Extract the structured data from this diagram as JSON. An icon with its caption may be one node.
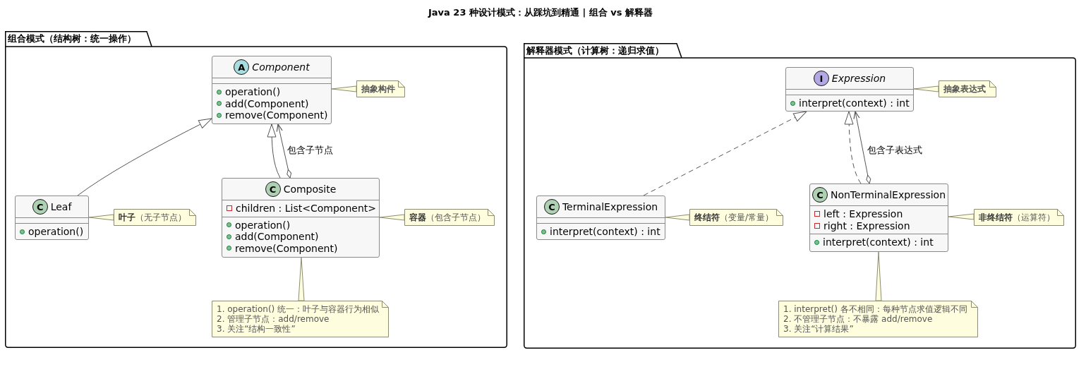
{
  "diagram": {
    "title": "Java 23 种设计模式：从踩坑到精通 | 组合 vs 解释器",
    "nodes": [
      {
        "text": [
          "组合模式（结构树：统一操作）"
        ]
      },
      {
        "text": [
          "A",
          "Component",
          "operation()",
          "add(Component)",
          "remove(Component)"
        ],
        "in": 0
      },
      {
        "text": [
          "抽象构件"
        ],
        "in": 0
      },
      {
        "text": [
          "C",
          "Leaf",
          "operation()"
        ],
        "in": 0
      },
      {
        "text": [
          "**叶子**（无子节点）"
        ],
        "in": 0
      },
      {
        "text": [
          "C",
          "Composite",
          "children : List<Component>",
          "operation()",
          "add(Component)",
          "remove(Component)"
        ],
        "in": 0
      },
      {
        "text": [
          "**容器**（包含子节点）"
        ],
        "in": 0
      },
      {
        "text": [
          "1. operation() 统一：叶子与容器行为相似",
          "2. 管理子节点：add/remove",
          "3. 关注“结构一致性”"
        ],
        "in": 0
      },
      {
        "text": [
          "解释器模式（计算树：递归求值）"
        ]
      },
      {
        "text": [
          "I",
          "Expression",
          "interpret(context) : int"
        ],
        "in": 8
      },
      {
        "text": [
          "抽象表达式"
        ],
        "in": 8
      },
      {
        "text": [
          "C",
          "TerminalExpression",
          "interpret(context) : int"
        ],
        "in": 8
      },
      {
        "text": [
          "**终结符**（变量/常量）"
        ],
        "in": 8
      },
      {
        "text": [
          "C",
          "NonTerminalExpression",
          "left : Expression",
          "right : Expression",
          "interpret(context) : int"
        ],
        "in": 8
      },
      {
        "text": [
          "**非终结符**（运算符）"
        ],
        "in": 8
      },
      {
        "text": [
          "1. interpret() 各不相同：每种节点求值逻辑不同",
          "2. 不管理子节点：不暴露 add/remove",
          "3. 关注“计算结果”"
        ],
        "in": 8
      }
    ],
    "edges": [
      {
        "from": 3,
        "to": 1,
        "arrow": "to"
      },
      {
        "from": 5,
        "to": 1,
        "arrow": "to"
      },
      {
        "from": 5,
        "to": 1,
        "arrow": "to",
        "label": "包含子节点"
      },
      {
        "from": 2,
        "to": 1,
        "arrow": "none"
      },
      {
        "from": 4,
        "to": 3,
        "arrow": "none"
      },
      {
        "from": 6,
        "to": 5,
        "arrow": "none"
      },
      {
        "from": 7,
        "to": 5,
        "arrow": "none"
      },
      {
        "from": 11,
        "to": 9,
        "arrow": "to",
        "style": "dashed"
      },
      {
        "from": 13,
        "to": 9,
        "arrow": "to",
        "style": "dashed"
      },
      {
        "from": 13,
        "to": 9,
        "arrow": "to",
        "label": "包含子表达式"
      },
      {
        "from": 10,
        "to": 9,
        "arrow": "none"
      },
      {
        "from": 12,
        "to": 11,
        "arrow": "none"
      },
      {
        "from": 14,
        "to": 13,
        "arrow": "none"
      },
      {
        "from": 15,
        "to": 13,
        "arrow": "none"
      }
    ]
  }
}
